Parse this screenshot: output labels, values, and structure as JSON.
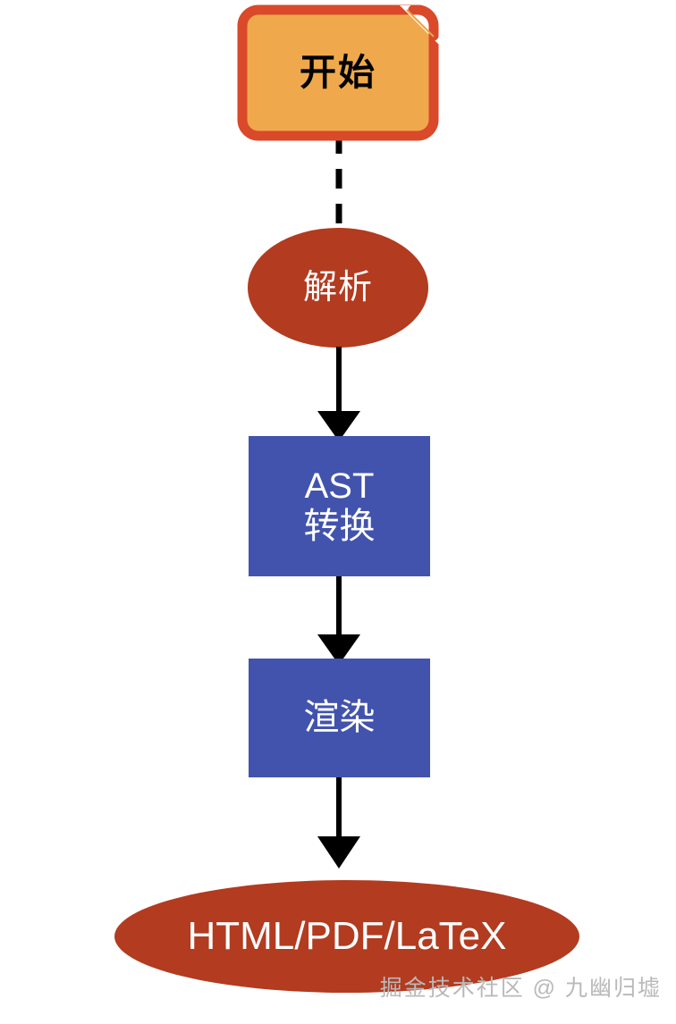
{
  "diagram": {
    "title": "Markdown processing pipeline flowchart",
    "background_color": "#ffffff",
    "nodes": [
      {
        "id": "start",
        "label": "开始",
        "shape": "rounded-rectangle-folded-corner",
        "fill": "#EFA94C",
        "stroke": "#D9492A",
        "text_color": "#000000"
      },
      {
        "id": "parse",
        "label": "解析",
        "shape": "ellipse",
        "fill": "#B23B20",
        "stroke": "none",
        "text_color": "#FFFFFF"
      },
      {
        "id": "ast",
        "label_line1": "AST",
        "label_line2": "转换",
        "shape": "rectangle",
        "fill": "#4253AD",
        "stroke": "none",
        "text_color": "#FFFFFF"
      },
      {
        "id": "render",
        "label": "渲染",
        "shape": "rectangle",
        "fill": "#4253AD",
        "stroke": "none",
        "text_color": "#FFFFFF"
      },
      {
        "id": "output",
        "label": "HTML/PDF/LaTeX",
        "shape": "ellipse",
        "fill": "#B23B20",
        "stroke": "none",
        "text_color": "#FFFFFF"
      }
    ],
    "edges": [
      {
        "id": "start-to-parse",
        "from": "start",
        "to": "parse",
        "style": "dashed",
        "arrowhead": "none",
        "color": "#000000"
      },
      {
        "id": "parse-to-ast",
        "from": "parse",
        "to": "ast",
        "style": "solid",
        "arrowhead": "triangle",
        "color": "#000000"
      },
      {
        "id": "ast-to-render",
        "from": "ast",
        "to": "render",
        "style": "solid",
        "arrowhead": "triangle",
        "color": "#000000"
      },
      {
        "id": "render-to-output",
        "from": "render",
        "to": "output",
        "style": "solid",
        "arrowhead": "triangle",
        "color": "#000000"
      }
    ]
  },
  "watermark": {
    "text": "掘金技术社区 @ 九幽归墟",
    "color": "#b9b9b9"
  }
}
